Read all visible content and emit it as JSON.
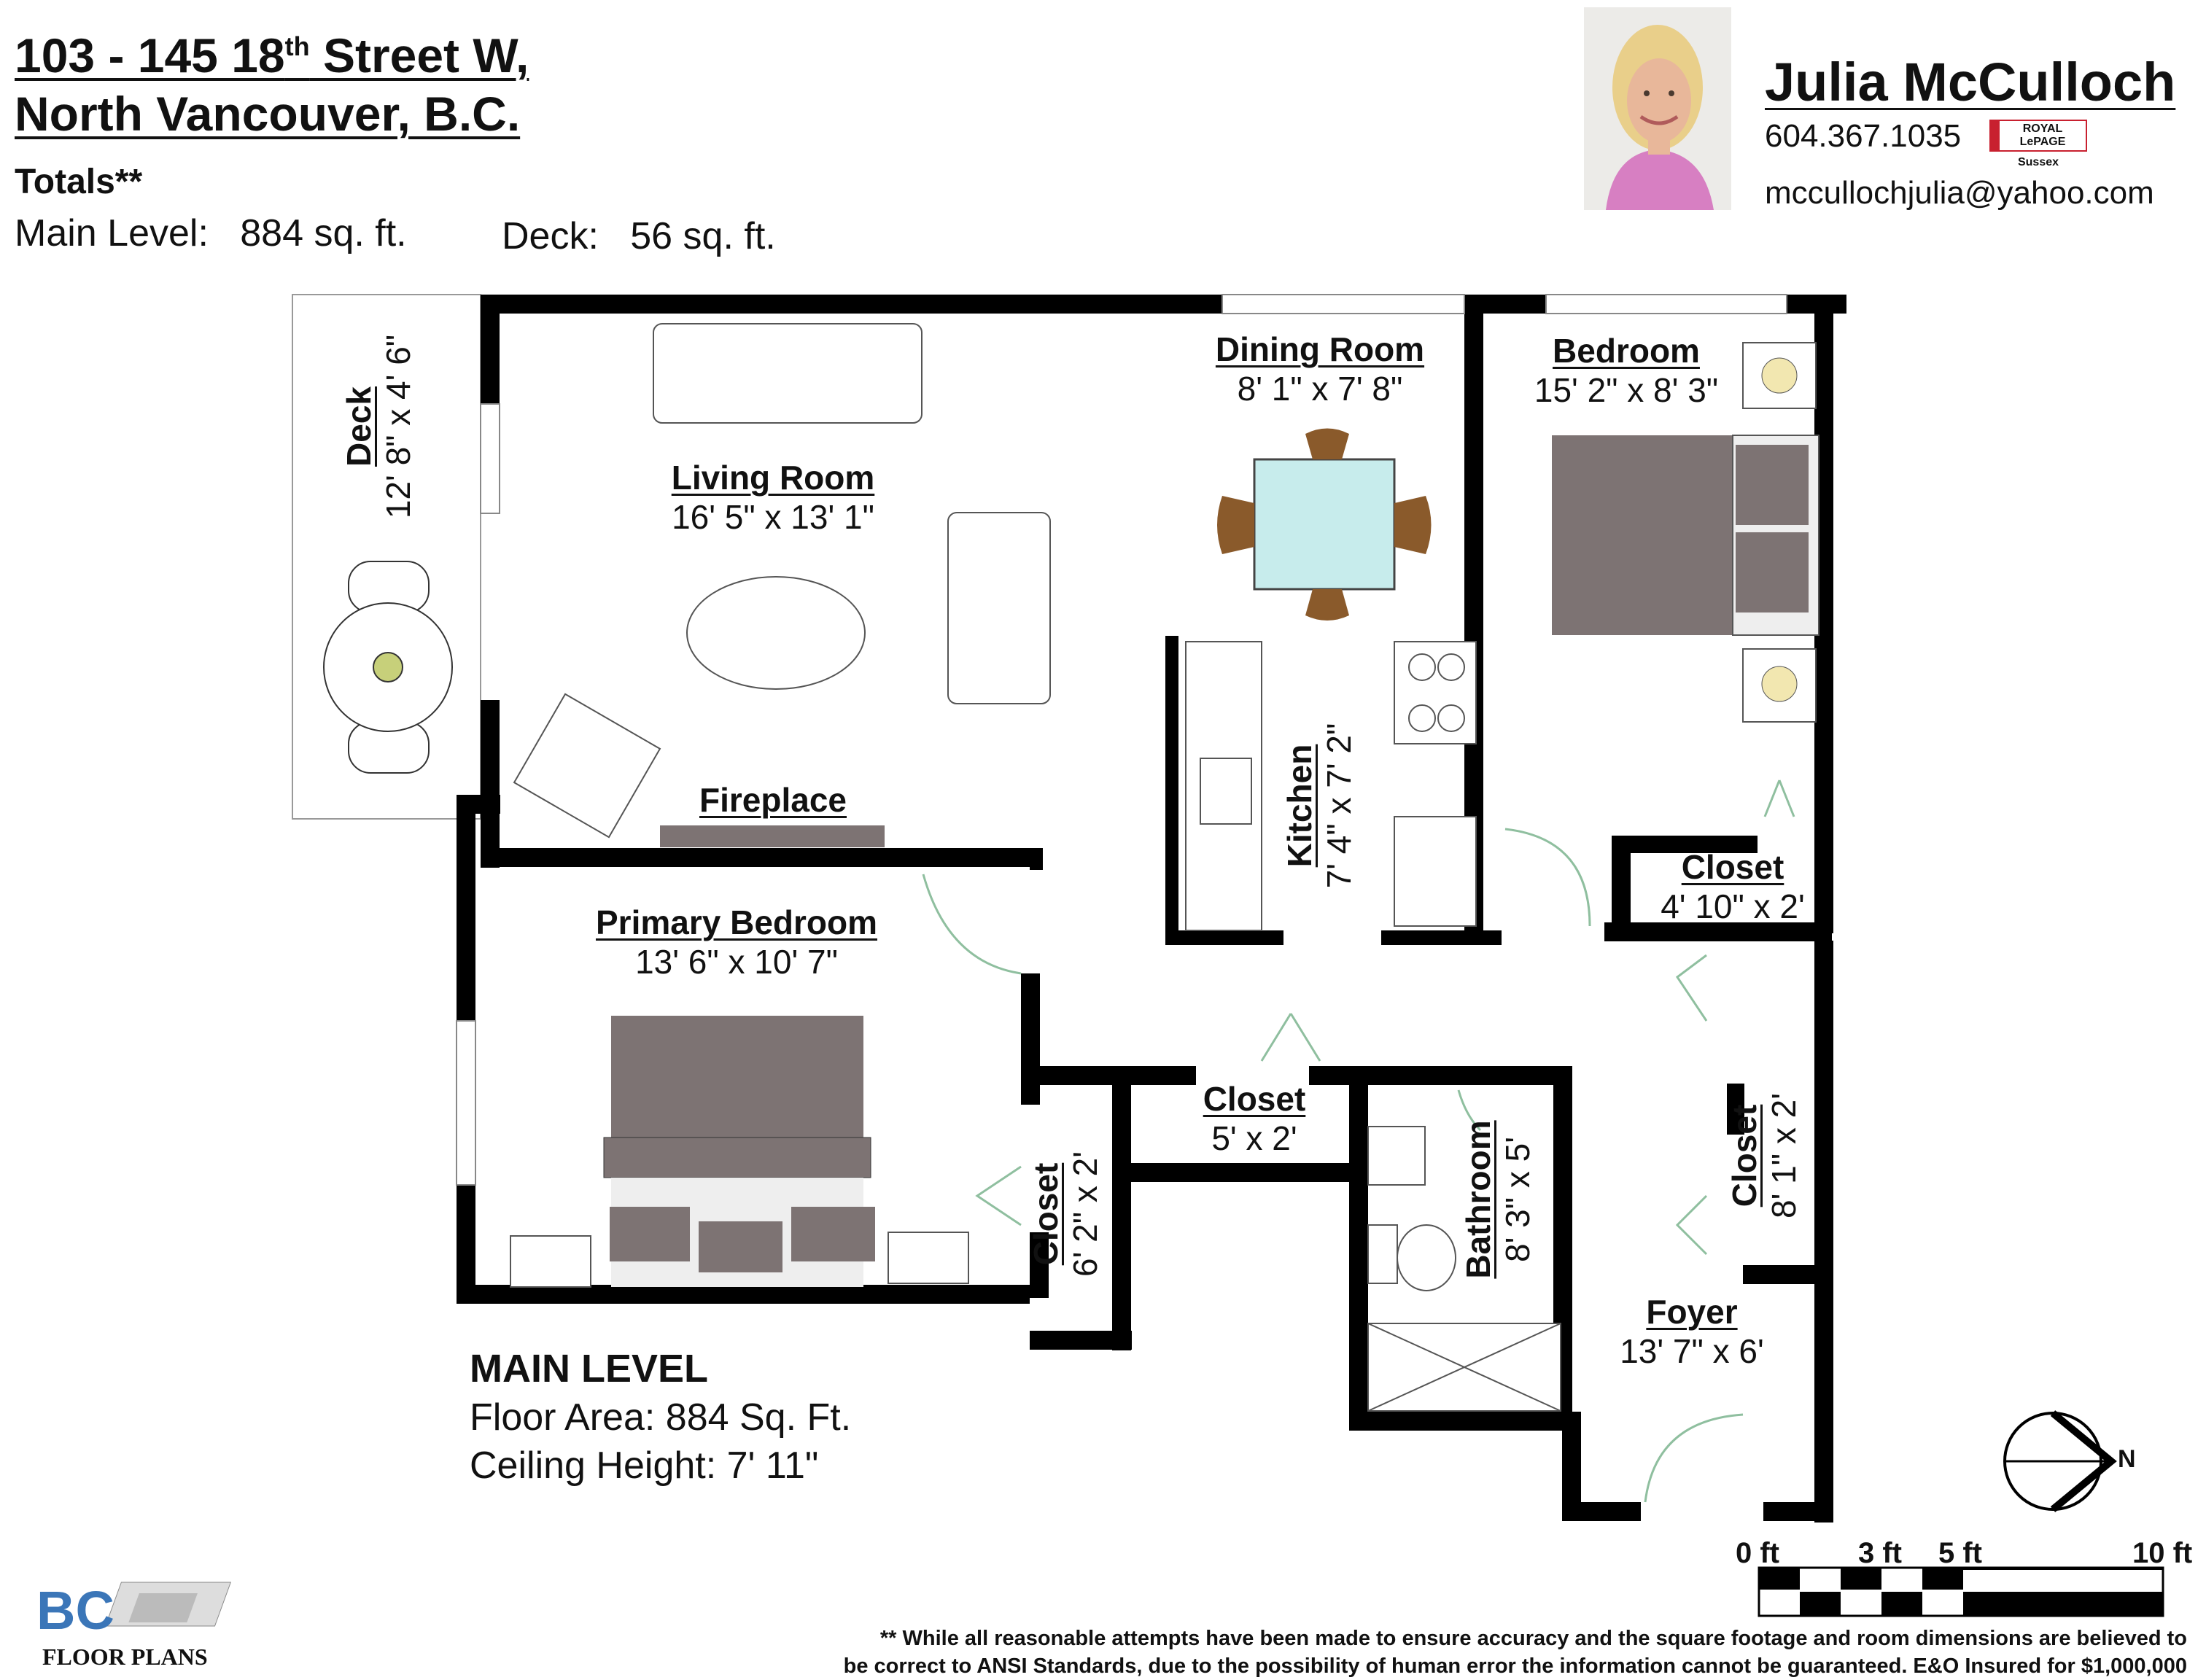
{
  "address": {
    "line1_main": "103 - 145 18",
    "line1_sup": "th",
    "line1_rest": " Street W,",
    "line2": "North Vancouver, B.C."
  },
  "totals": {
    "label": "Totals",
    "label_mark": "**",
    "main_label": "Main Level:",
    "main_value": "884 sq. ft.",
    "deck_label": "Deck:",
    "deck_value": "56 sq. ft."
  },
  "agent": {
    "name": "Julia McCulloch",
    "phone": "604.367.1035",
    "email": "mccullochjulia@yahoo.com",
    "brokerage_logo_top": "ROYAL LePAGE",
    "brokerage_logo_sub": "Sussex"
  },
  "rooms": {
    "deck": {
      "name": "Deck",
      "dim": "12' 8\" x 4' 6\""
    },
    "living": {
      "name": "Living Room",
      "dim": "16' 5\" x 13' 1\""
    },
    "fireplace": {
      "name": "Fireplace"
    },
    "dining": {
      "name": "Dining Room",
      "dim": "8' 1\" x 7' 8\""
    },
    "bedroom": {
      "name": "Bedroom",
      "dim": "15' 2\" x 8' 3\""
    },
    "kitchen": {
      "name": "Kitchen",
      "dim": "7' 4\" x 7' 2\""
    },
    "closet_bed": {
      "name": "Closet",
      "dim": "4' 10\" x 2'"
    },
    "primary": {
      "name": "Primary Bedroom",
      "dim": "13' 6\" x 10' 7\""
    },
    "closet_mid": {
      "name": "Closet",
      "dim": "5' x 2'"
    },
    "closet_primary": {
      "name": "Closet",
      "dim": "6' 2\" x 2'"
    },
    "bathroom": {
      "name": "Bathroom",
      "dim": "8' 3\" x 5'"
    },
    "closet_foyer": {
      "name": "Closet",
      "dim": "8' 1\" x 2'"
    },
    "foyer": {
      "name": "Foyer",
      "dim": "13' 7\" x 6'"
    }
  },
  "main_level": {
    "title": "MAIN LEVEL",
    "floor_area": "Floor Area: 884 Sq. Ft.",
    "ceiling": "Ceiling Height: 7' 11\""
  },
  "compass": {
    "label": "N"
  },
  "scale": {
    "labels": [
      "0 ft",
      "3 ft",
      "5 ft",
      "10 ft"
    ]
  },
  "logo": {
    "bc": "BC",
    "text": "FLOOR PLANS"
  },
  "disclaimer": {
    "line1": "** While all reasonable attempts have been made to ensure accuracy and the square footage and room dimensions are believed to",
    "line2": "be correct to ANSI Standards, due to the possibility of human error the information cannot be guaranteed. E&O Insured for $1,000,000"
  },
  "colors": {
    "wall": "#000000",
    "furniture": "#7d7373",
    "table_glass": "#c7ecec",
    "chair_wood": "#8a5a2b",
    "door_arc": "#8fbf9f"
  }
}
